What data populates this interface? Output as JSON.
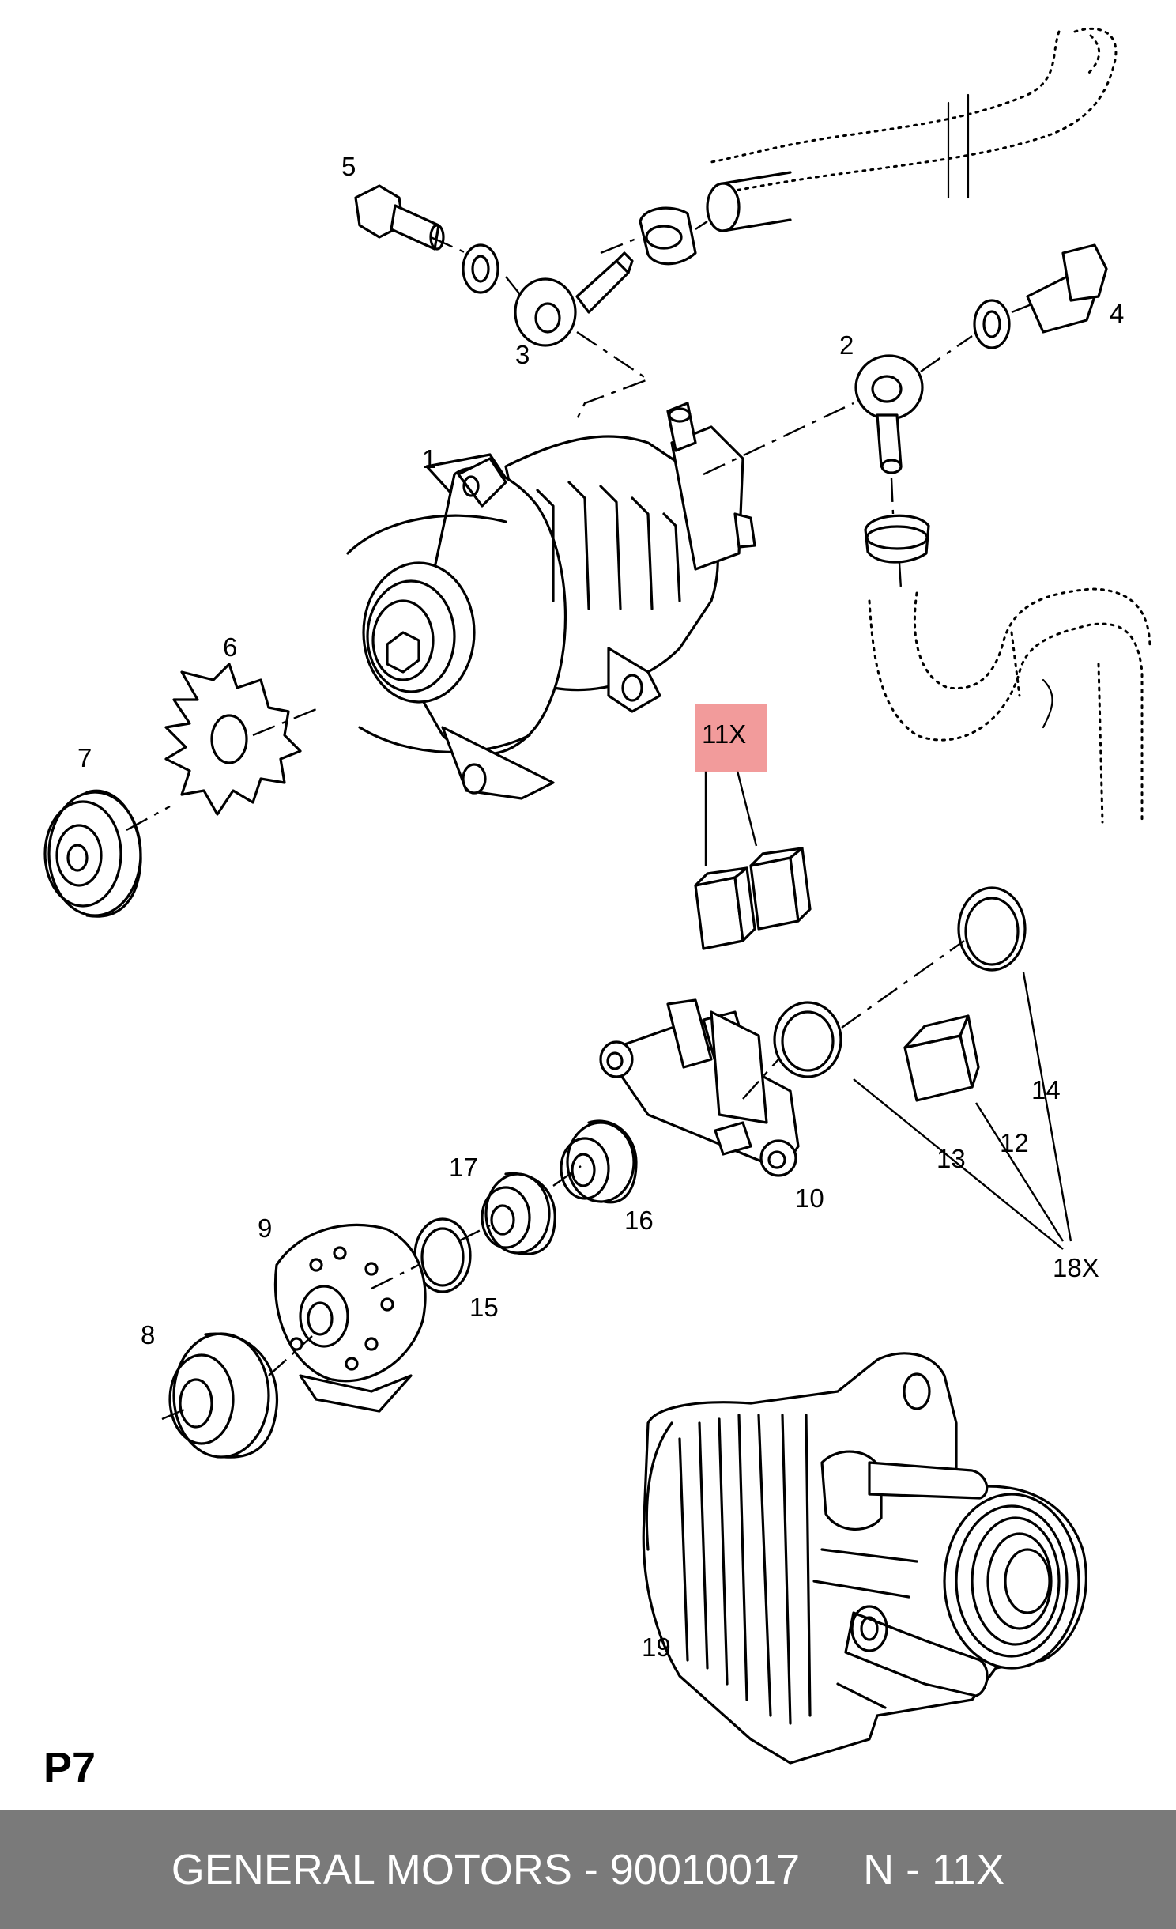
{
  "diagram": {
    "callouts": {
      "c1": "1",
      "c2": "2",
      "c3": "3",
      "c4": "4",
      "c5": "5",
      "c6": "6",
      "c7": "7",
      "c8": "8",
      "c9": "9",
      "c10": "10",
      "c11": "11X",
      "c12": "12",
      "c13": "13",
      "c14": "14",
      "c15": "15",
      "c16": "16",
      "c17": "17",
      "c18": "18X",
      "c19": "19"
    },
    "highlight_color": "#f08a8a",
    "page_label": "P7"
  },
  "footer": {
    "left": "GENERAL MOTORS - 90010017",
    "right": "N - 11X",
    "background": "#7a7a7a"
  }
}
